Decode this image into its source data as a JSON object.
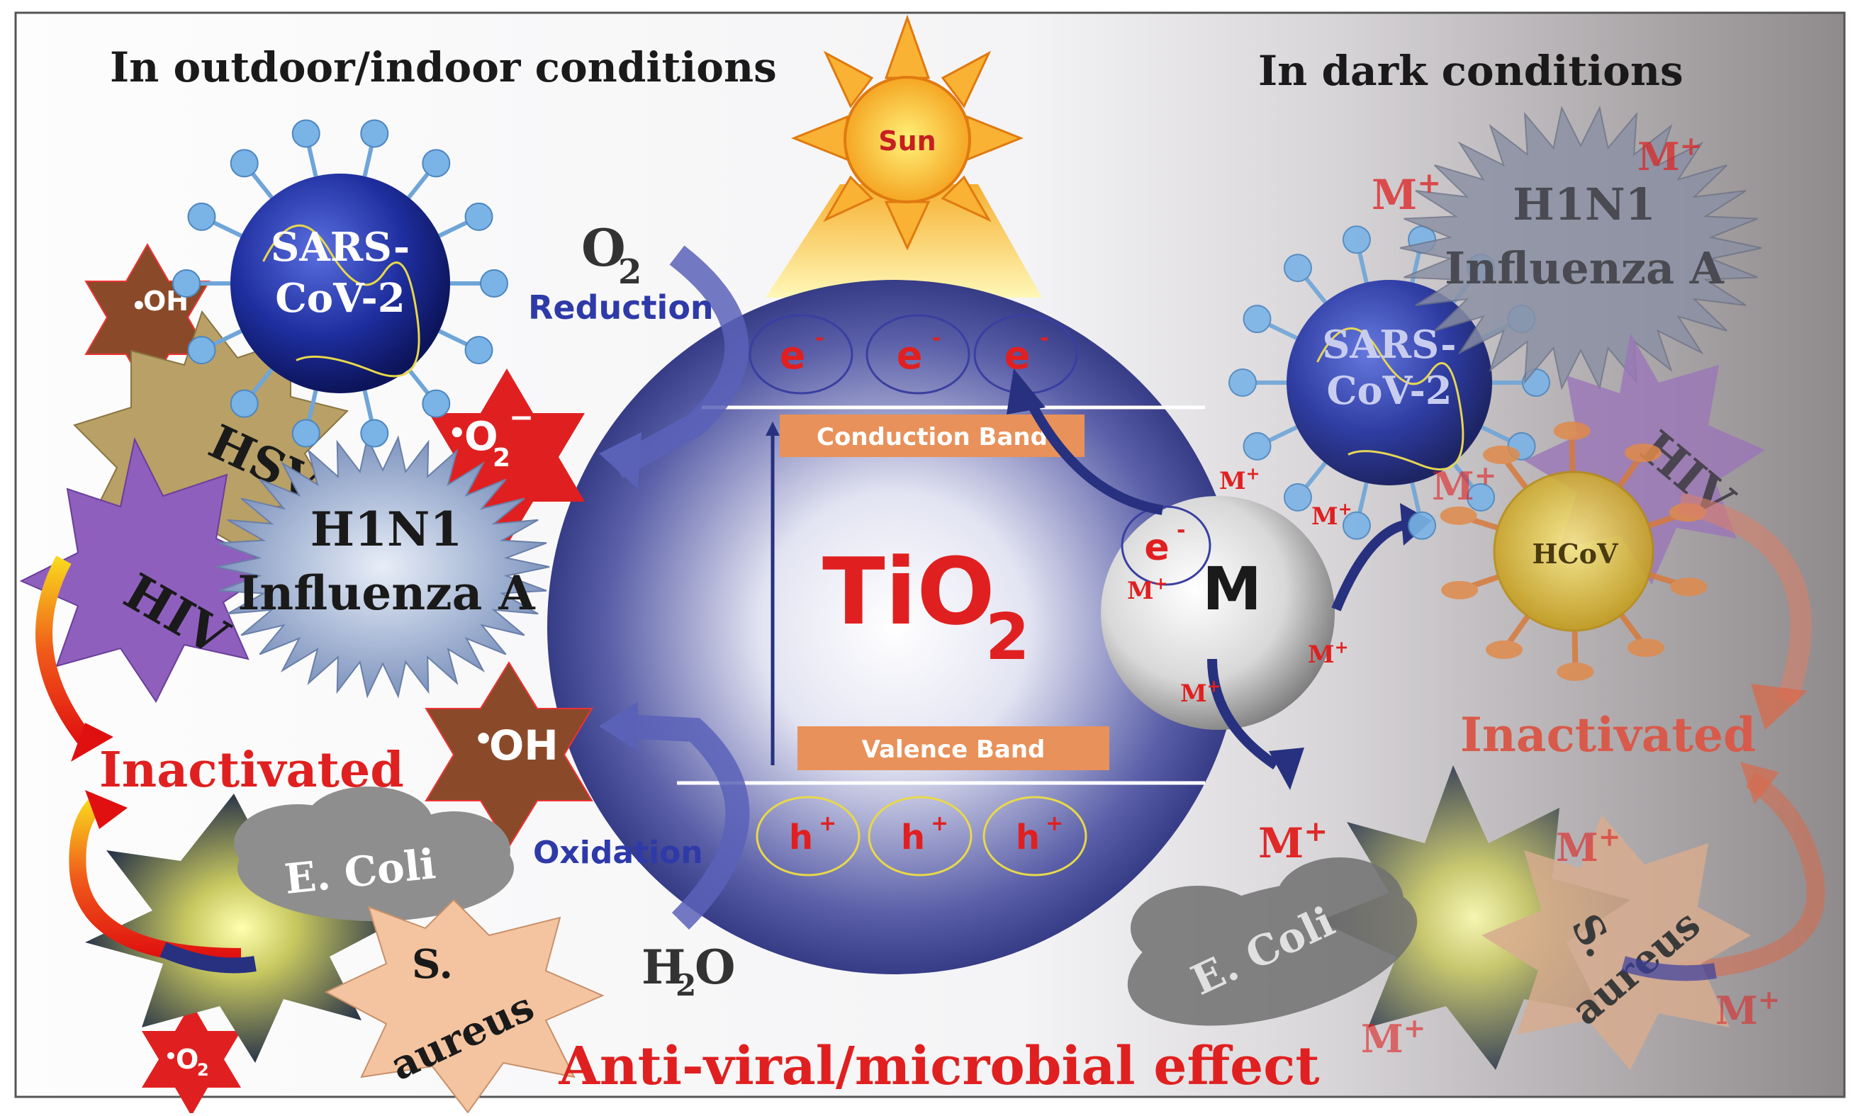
{
  "headings": {
    "left": "In outdoor/indoor conditions",
    "right": "In dark conditions"
  },
  "sun": {
    "label": "Sun"
  },
  "center": {
    "material_main": "TiO",
    "material_sub": "2",
    "conduction_band": "Conduction Band",
    "valence_band": "Valence Band",
    "electron": "e",
    "electron_charge": "-",
    "hole": "h",
    "hole_charge": "+"
  },
  "reactions": {
    "o2_main": "O",
    "o2_sub": "2",
    "reduction": "Reduction",
    "h2o_main": "H",
    "h2o_sub": "2",
    "h2o_end": "O",
    "oxidation": "Oxidation"
  },
  "radicals": {
    "oh_dot": "•",
    "oh": "OH",
    "superoxide_main": "O",
    "superoxide_sub": "2",
    "superoxide_sup": "−"
  },
  "metal": {
    "label": "M",
    "ion": "M",
    "ion_charge": "+",
    "electron": "e",
    "electron_charge": "-"
  },
  "pathogens": {
    "sars_line1": "SARS-",
    "sars_line2": "CoV-2",
    "h1n1_line1": "H1N1",
    "h1n1_line2": "Influenza A",
    "hsv": "HSV-1",
    "hiv": "HIV",
    "hcov": "HCoV",
    "ecoli": "E. Coli",
    "saureus_line1": "S.",
    "saureus_line2": "aureus"
  },
  "status": {
    "inactivated": "Inactivated"
  },
  "footer": {
    "effect": "Anti-viral/microbial effect"
  },
  "colors": {
    "red": "#e02020",
    "navy": "#27317f",
    "orange": "#e8915a",
    "sun": "#f5a623",
    "brown": "#8a4a2a"
  }
}
